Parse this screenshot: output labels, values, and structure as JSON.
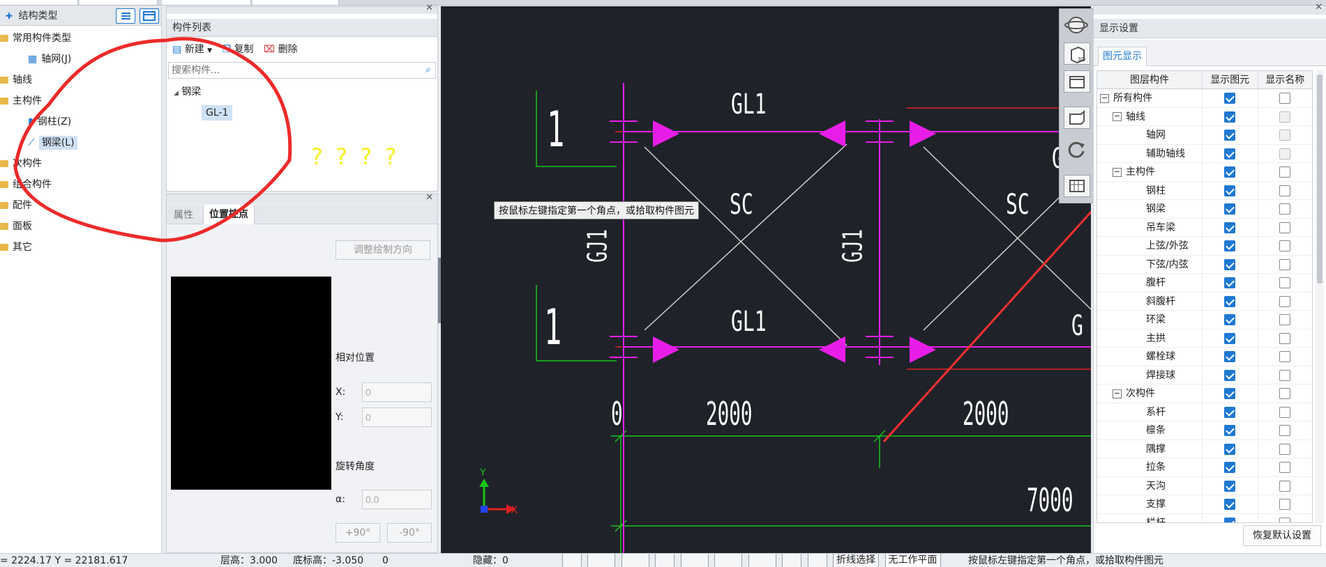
{
  "left_panel": {
    "title": "结构类型",
    "tree": [
      {
        "label": "常用构件类型",
        "level": 0
      },
      {
        "label": "轴网(J)",
        "level": 1
      },
      {
        "label": "轴线",
        "level": 0
      },
      {
        "label": "主构件",
        "level": 0
      },
      {
        "label": "钢柱(Z)",
        "level": 1
      },
      {
        "label": "钢梁(L)",
        "level": 1,
        "selected": true
      },
      {
        "label": "次构件",
        "level": 0
      },
      {
        "label": "组合构件",
        "level": 0
      },
      {
        "label": "配件",
        "level": 0
      },
      {
        "label": "面板",
        "level": 0
      },
      {
        "label": "其它",
        "level": 0
      }
    ]
  },
  "comp_panel": {
    "title": "构件列表",
    "new_label": "新建",
    "copy_label": "复制",
    "delete_label": "删除",
    "search_placeholder": "搜索构件...",
    "group_label": "钢梁",
    "item_label": "GL-1"
  },
  "annotation": {
    "question_marks": "? ? ? ?"
  },
  "props_panel": {
    "tab_props": "属性",
    "tab_position": "位置控点",
    "adjust_button": "调整绘制方向",
    "relative_position": "相对位置",
    "x_label": "X:",
    "y_label": "Y:",
    "x_value": "0",
    "y_value": "0",
    "rotation_label": "旋转角度",
    "alpha_label": "α:",
    "alpha_value": "0.0",
    "plus90": "+90°",
    "minus90": "-90°"
  },
  "canvas": {
    "tooltip": "按鼠标左键指定第一个角点，或拾取构件图元",
    "labels": {
      "gl1_top": "GL1",
      "gl1_bottom": "GL1",
      "sc_left": "SC",
      "sc_right": "SC",
      "gj1_left": "GJ1",
      "gj1_mid": "GJ1",
      "axis1_top": "1",
      "axis1_bottom": "1",
      "dim_zero": "0",
      "dim_2000_a": "2000",
      "dim_2000_b": "2000",
      "dim_7000": "7000",
      "cut_g_top": "G",
      "cut_g_bottom": "G"
    },
    "axis_x": "X",
    "axis_y": "Y",
    "view_toolbar_badge": "3D"
  },
  "display_panel": {
    "title": "显示设置",
    "tab": "图元显示",
    "columns": [
      "图层构件",
      "显示图元",
      "显示名称"
    ],
    "rows": [
      {
        "label": "所有构件",
        "level": 0,
        "expand": "−",
        "show": true,
        "name": false
      },
      {
        "label": "轴线",
        "level": 1,
        "expand": "−",
        "show": true,
        "name": false,
        "name_disabled": true
      },
      {
        "label": "轴网",
        "level": 2,
        "show": true,
        "name": false,
        "name_disabled": true
      },
      {
        "label": "辅助轴线",
        "level": 2,
        "show": true,
        "name": false,
        "name_disabled": true
      },
      {
        "label": "主构件",
        "level": 1,
        "expand": "−",
        "show": true,
        "name": false
      },
      {
        "label": "钢柱",
        "level": 2,
        "show": true,
        "name": false
      },
      {
        "label": "钢梁",
        "level": 2,
        "show": true,
        "name": false
      },
      {
        "label": "吊车梁",
        "level": 2,
        "show": true,
        "name": false
      },
      {
        "label": "上弦/外弦",
        "level": 2,
        "show": true,
        "name": false
      },
      {
        "label": "下弦/内弦",
        "level": 2,
        "show": true,
        "name": false
      },
      {
        "label": "腹杆",
        "level": 2,
        "show": true,
        "name": false
      },
      {
        "label": "斜腹杆",
        "level": 2,
        "show": true,
        "name": false
      },
      {
        "label": "环梁",
        "level": 2,
        "show": true,
        "name": false
      },
      {
        "label": "主拱",
        "level": 2,
        "show": true,
        "name": false
      },
      {
        "label": "螺栓球",
        "level": 2,
        "show": true,
        "name": false
      },
      {
        "label": "焊接球",
        "level": 2,
        "show": true,
        "name": false
      },
      {
        "label": "次构件",
        "level": 1,
        "expand": "−",
        "show": true,
        "name": false
      },
      {
        "label": "系杆",
        "level": 2,
        "show": true,
        "name": false
      },
      {
        "label": "檩条",
        "level": 2,
        "show": true,
        "name": false
      },
      {
        "label": "隅撑",
        "level": 2,
        "show": true,
        "name": false
      },
      {
        "label": "拉条",
        "level": 2,
        "show": true,
        "name": false
      },
      {
        "label": "天沟",
        "level": 2,
        "show": true,
        "name": false
      },
      {
        "label": "支撑",
        "level": 2,
        "show": true,
        "name": false
      },
      {
        "label": "栏杆",
        "level": 2,
        "show": true,
        "name": false
      }
    ],
    "restore_button": "恢复默认设置"
  },
  "status_bar": {
    "coords": "= 2224.17 Y = 22181.617",
    "floor_height": "层高：3.000",
    "base_elev": "底标高：-3.050",
    "count": "0",
    "hidden": "隐藏：0",
    "polyline_select": "折线选择",
    "workplane": "无工作平面",
    "prompt": "按鼠标左键指定第一个角点，或拾取构件图元"
  },
  "colors": {
    "canvas_bg": "#1f2229",
    "magenta": "#e81ee8",
    "green": "#18c418",
    "red": "#e02020",
    "white": "#ffffff",
    "yellow": "#f5f028",
    "checkbox_blue": "#1f78d1"
  }
}
